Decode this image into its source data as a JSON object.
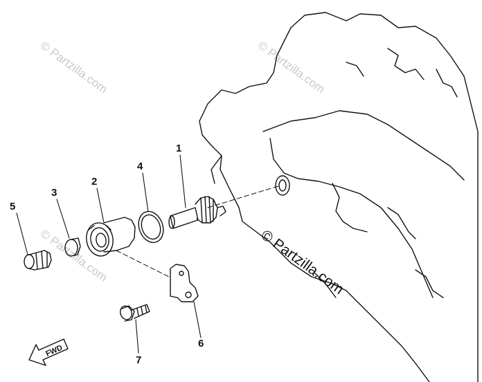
{
  "diagram": {
    "callouts": [
      {
        "id": "1",
        "label": "1"
      },
      {
        "id": "2",
        "label": "2"
      },
      {
        "id": "3",
        "label": "3"
      },
      {
        "id": "4",
        "label": "4"
      },
      {
        "id": "5",
        "label": "5"
      },
      {
        "id": "6",
        "label": "6"
      },
      {
        "id": "7",
        "label": "7"
      }
    ],
    "fwd_label": "FWD",
    "watermark_main": "© Partzilla.com",
    "watermark_faint": "© Partzilla.com"
  }
}
